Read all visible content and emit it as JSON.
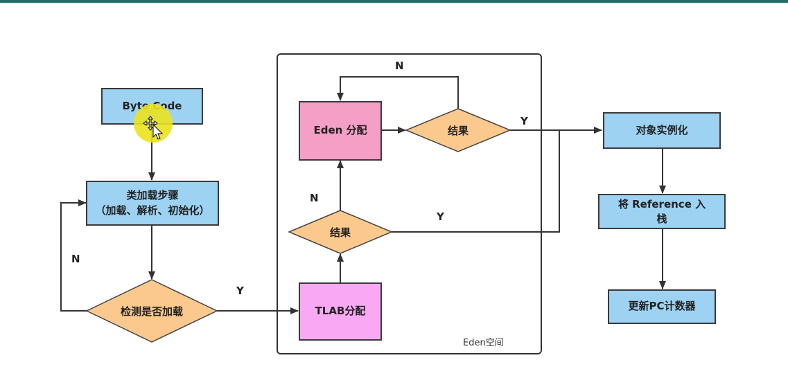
{
  "nodes": {
    "byte_code": "Byte Code",
    "class_loading_line1": "类加载步骤",
    "class_loading_line2": "（加载、解析、初始化）",
    "check_loaded": "检测是否加载",
    "tlab_alloc": "TLAB分配",
    "result_lower": "结果",
    "eden_alloc": "Eden 分配",
    "result_upper": "结果",
    "instantiate": "对象实例化",
    "push_reference_line1": "将 Reference 入",
    "push_reference_line2": "栈",
    "update_pc": "更新PC计数器"
  },
  "region_label": "Eden空间",
  "edge_labels": {
    "check_no": "N",
    "check_yes": "Y",
    "lower_result_no": "N",
    "lower_result_yes": "Y",
    "upper_result_no": "N",
    "upper_result_yes": "Y"
  },
  "colors": {
    "blue_box": "#9dd2f2",
    "diamond": "#fbc98e",
    "eden_box": "#f59ec6",
    "tlab_box": "#f9a9f4",
    "top_bar": "#1f6f63"
  },
  "cursor_icon": "move-cursor-icon"
}
